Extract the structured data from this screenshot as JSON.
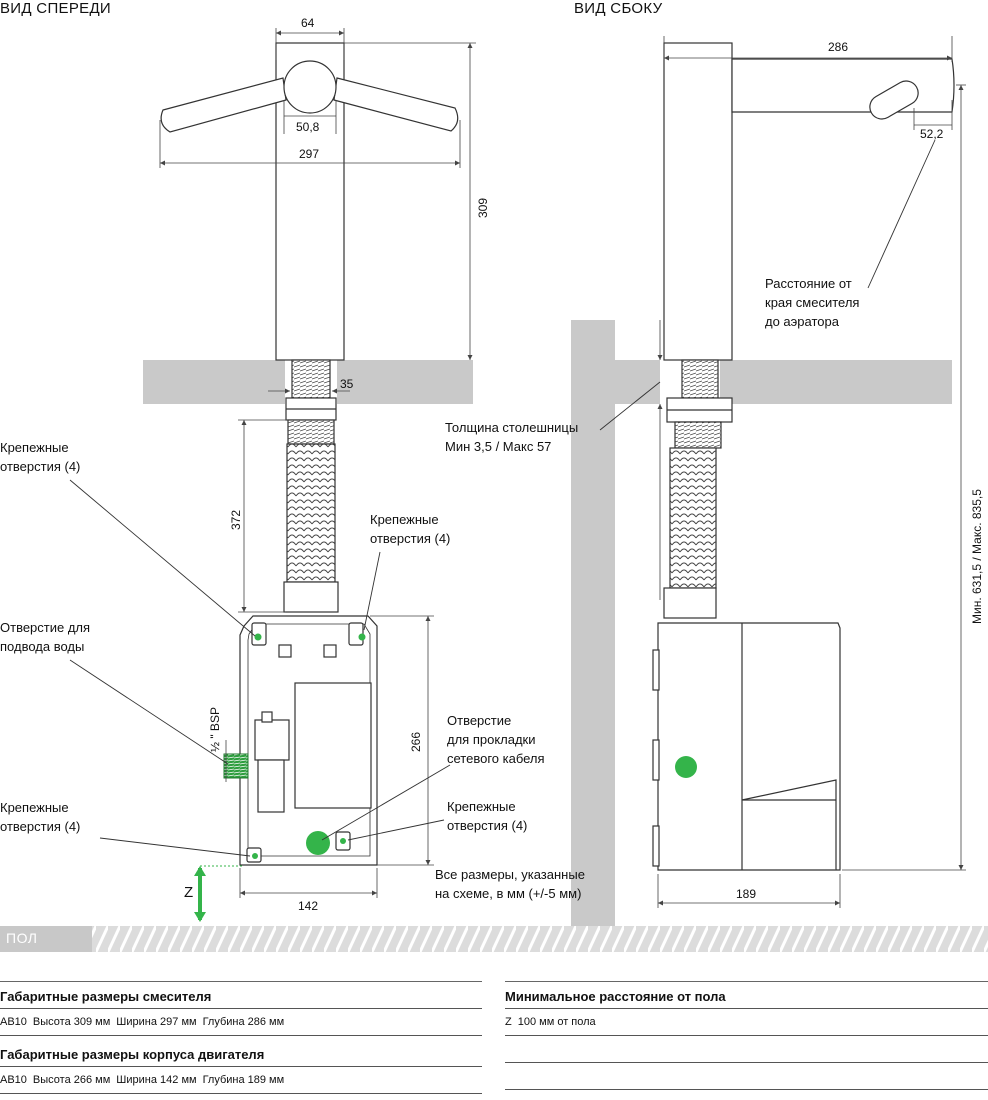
{
  "views": {
    "front_title": "ВИД СПЕРЕДИ",
    "side_title": "ВИД СБОКУ"
  },
  "dimensions": {
    "d64": "64",
    "d50_8": "50,8",
    "d297": "297",
    "d309": "309",
    "d35": "35",
    "d372": "372",
    "d266": "266",
    "d142": "142",
    "d286": "286",
    "d52_2": "52,2",
    "d189": "189",
    "d_total": "Мин. 631,5 / Макс. 835,5",
    "bsp": "½ \" BSP",
    "z": "Z"
  },
  "labels": {
    "mount_top_left": [
      "Крепежные",
      "отверстия (4)"
    ],
    "mount_top_right": [
      "Крепежные",
      "отверстия (4)"
    ],
    "water_inlet": [
      "Отверстие для",
      "подвода воды"
    ],
    "mount_bottom_left": [
      "Крепежные",
      "отверстия (4)"
    ],
    "cable_hole": [
      "Отверстие",
      "для прокладки",
      "сетевого кабеля"
    ],
    "mount_bottom_right": [
      "Крепежные",
      "отверстия (4)"
    ],
    "all_dims_note": [
      "Все размеры, указанные",
      "на схеме, в мм (+/-5 мм)"
    ],
    "countertop": [
      "Толщина столешницы",
      "Мин 3,5 / Макс 57"
    ],
    "spout_to_aerator": [
      "Расстояние от",
      "края смесителя",
      "до аэратора"
    ]
  },
  "floor": {
    "label": "ПОЛ"
  },
  "specs": {
    "left": [
      {
        "heading": "Габаритные размеры смесителя",
        "model": "AB10",
        "items": [
          "Высота 309 мм",
          "Ширина 297 мм",
          "Глубина 286 мм"
        ]
      },
      {
        "heading": "Габаритные размеры корпуса двигателя",
        "model": "AB10",
        "items": [
          "Высота 266 мм",
          "Ширина 142 мм",
          "Глубина 189 мм"
        ]
      }
    ],
    "right": {
      "heading": "Минимальное расстояние от пола",
      "model": "Z",
      "items": [
        "100 мм от пола"
      ]
    }
  },
  "colors": {
    "accent_green": "#34b44a",
    "gray_fill": "#c8c8c8",
    "line": "#333333",
    "floor_hatch": "#c9c9c9"
  }
}
